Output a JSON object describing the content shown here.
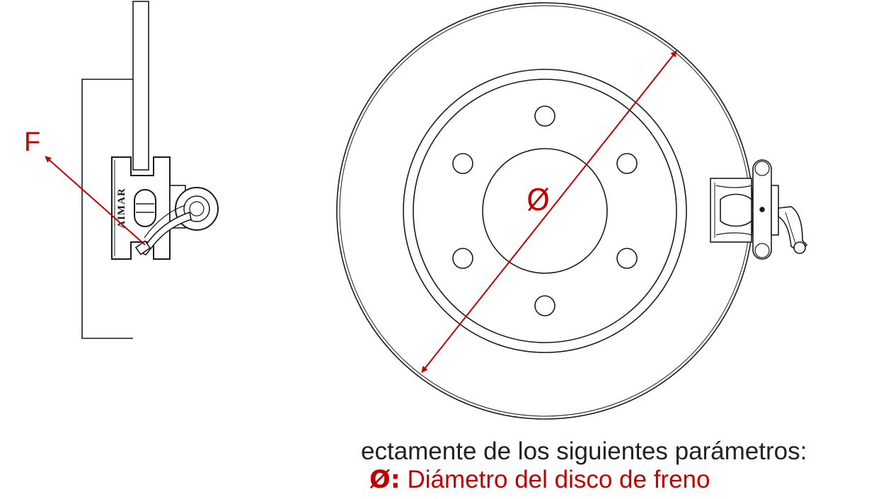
{
  "labels": {
    "force": "F",
    "diameter_symbol": "Ø",
    "clamp_brand": "AIMAR"
  },
  "caption": {
    "line1": "ectamente de los siguientes parámetros:",
    "line2_symbol": "Ø:",
    "line2_text": "Diámetro del disco de freno"
  },
  "colors": {
    "accent": "#c00000",
    "line": "#1a1a1a",
    "text": "#222222"
  }
}
